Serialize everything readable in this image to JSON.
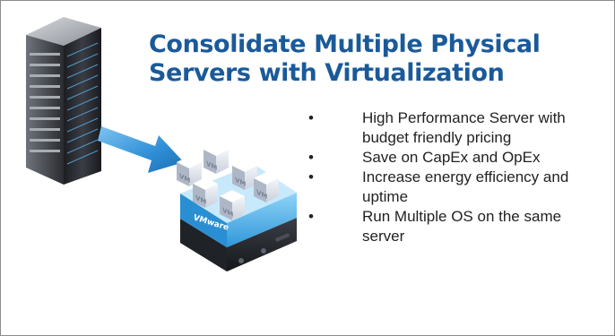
{
  "slide": {
    "title_line1": "Consolidate Multiple Physical",
    "title_line2": "Servers with Virtualization",
    "bullets": [
      "High Performance  Server with budget friendly pricing",
      "Save on CapEx and OpEx",
      "Increase energy efficiency and uptime",
      "Run Multiple OS on the same server"
    ],
    "bullet_glyph": "•",
    "illustration": {
      "vm_label": "VM",
      "platform_label": "VMware",
      "icons": [
        "server-rack-icon",
        "arrow-icon",
        "vmware-host-icon",
        "vm-cube-icon"
      ]
    },
    "colors": {
      "title": "#1a5a9a",
      "text": "#222222",
      "border": "#8c8c8c",
      "arrow": "#2f8fd6",
      "vmware_band": "#3aa6e6"
    }
  }
}
